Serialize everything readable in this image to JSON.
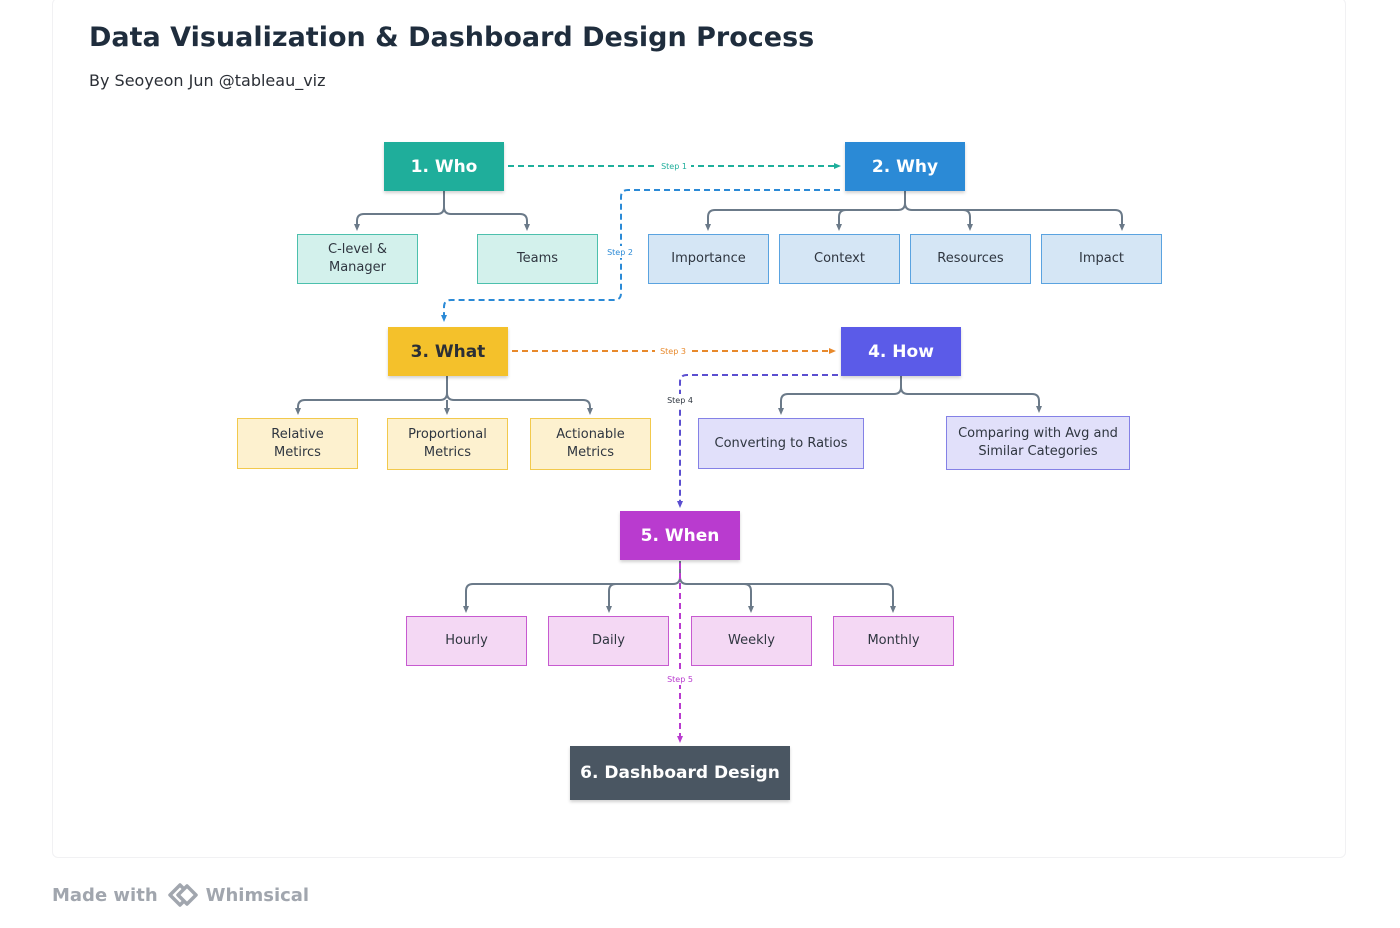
{
  "title": "Data Visualization & Dashboard Design Process",
  "subtitle": "By Seoyeon Jun @tableau_viz",
  "nodes": {
    "who": "1. Who",
    "why": "2. Why",
    "what": "3. What",
    "how": "4. How",
    "when": "5. When",
    "dashboard": "6. Dashboard Design"
  },
  "who_items": [
    "C-level &\nManager",
    "Teams"
  ],
  "why_items": [
    "Importance",
    "Context",
    "Resources",
    "Impact"
  ],
  "what_items": [
    "Relative\nMetircs",
    "Proportional\nMetrics",
    "Actionable\nMetrics"
  ],
  "how_items": [
    "Converting to Ratios",
    "Comparing with Avg and\nSimilar Categories"
  ],
  "when_items": [
    "Hourly",
    "Daily",
    "Weekly",
    "Monthly"
  ],
  "steps": [
    "Step 1",
    "Step 2",
    "Step 3",
    "Step 4",
    "Step 5"
  ],
  "footer": {
    "made_with": "Made with",
    "brand": "Whimsical"
  },
  "colors": {
    "who": "#1fae9b",
    "why": "#2b8ad6",
    "what": "#f4c12b",
    "how": "#5b5be8",
    "when": "#b93bcf",
    "dashboard": "#4a5662",
    "connector": "#6b7a89"
  }
}
